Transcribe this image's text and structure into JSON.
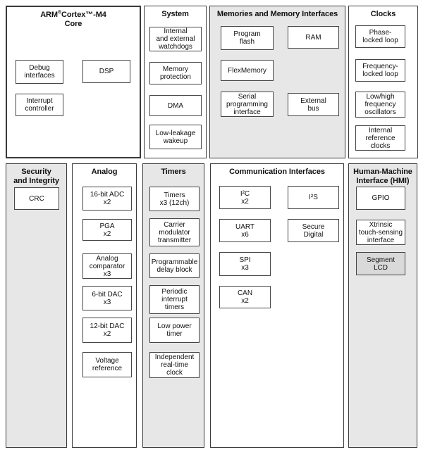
{
  "diagram_title": "ARM Cortex-M4 microcontroller block diagram",
  "colors": {
    "page_background": "#ffffff",
    "shaded_section_background": "#e7e7e7",
    "block_background": "#ffffff",
    "highlight_block_background": "#d9d9d9",
    "section_border": "#3a3a3a",
    "block_border": "#454545",
    "text": "#111111"
  },
  "sections": {
    "core": {
      "title_prefix": "ARM",
      "title_reg": "®",
      "title_suffix": "Cortex™-M4",
      "title_line2": "Core",
      "blocks": {
        "debug": "Debug\ninterfaces",
        "dsp": "DSP",
        "interrupt": "Interrupt\ncontroller"
      }
    },
    "system": {
      "title": "System",
      "blocks": {
        "watchdogs": "Internal\nand external\nwatchdogs",
        "memory_protection": "Memory\nprotection",
        "dma": "DMA",
        "llwu": "Low-leakage\nwakeup"
      }
    },
    "memories": {
      "title": "Memories and Memory Interfaces",
      "blocks": {
        "program_flash": "Program\nflash",
        "ram": "RAM",
        "flexmemory": "FlexMemory",
        "serial_programming": "Serial\nprogramming\ninterface",
        "external_bus": "External\nbus"
      }
    },
    "clocks": {
      "title": "Clocks",
      "blocks": {
        "pll": "Phase-\nlocked loop",
        "fll": "Frequency-\nlocked loop",
        "oscillators": "Low/high\nfrequency\noscillators",
        "irc": "Internal\nreference\nclocks"
      }
    },
    "security": {
      "title": "Security\nand Integrity",
      "blocks": {
        "crc": "CRC"
      }
    },
    "analog": {
      "title": "Analog",
      "blocks": {
        "adc": "16-bit ADC\nx2",
        "pga": "PGA\nx2",
        "comparator": "Analog\ncomparator\nx3",
        "dac6": "6-bit DAC\nx3",
        "dac12": "12-bit DAC\nx2",
        "vref": "Voltage\nreference"
      }
    },
    "timers": {
      "title": "Timers",
      "blocks": {
        "timers": "Timers\nx3 (12ch)",
        "cmt": "Carrier\nmodulator\ntransmitter",
        "pdb": "Programmable\ndelay block",
        "pit": "Periodic\ninterrupt\ntimers",
        "lptimer": "Low power\ntimer",
        "rtc": "Independent\nreal-time\nclock"
      }
    },
    "communication": {
      "title": "Communication Interfaces",
      "blocks": {
        "i2c": "I²C\nx2",
        "i2s": "I²S",
        "uart": "UART\nx6",
        "secure_digital": "Secure\nDigital",
        "spi": "SPI\nx3",
        "can": "CAN\nx2"
      }
    },
    "hmi": {
      "title": "Human-Machine\nInterface (HMI)",
      "blocks": {
        "gpio": "GPIO",
        "tsi": "Xtrinsic\ntouch-sensing\ninterface",
        "slcd": "Segment\nLCD"
      }
    }
  }
}
